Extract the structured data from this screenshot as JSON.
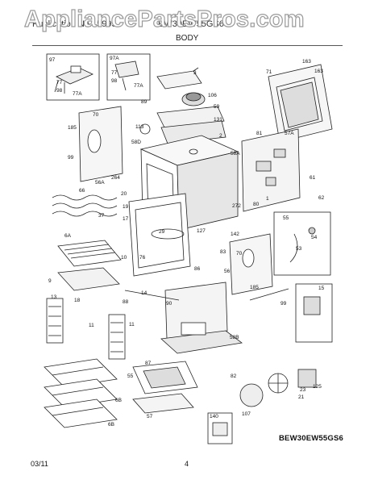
{
  "watermark": "AppliancePartsPros.com",
  "header": {
    "publication": "Publication No.: 5995",
    "model": "EW30EW55GS6",
    "section": "BODY"
  },
  "footer": {
    "date": "03/11",
    "page": "4"
  },
  "model_code": "BEW30EW55GS6",
  "parts": {
    "p97": "97",
    "p97a": "97A",
    "p77a": "77",
    "p77b": "77",
    "p77c": "77A",
    "p98a": "98",
    "p98b": "98",
    "p77d": "77A",
    "p3": "3",
    "p163a": "163",
    "p163b": "163",
    "p71": "71",
    "p70": "70",
    "p89": "89",
    "p106": "106",
    "p59": "59",
    "p131": "131",
    "p113": "113",
    "p185a": "185",
    "p58d": "58D",
    "p2": "2",
    "p81": "81",
    "p57a": "57A",
    "p99": "99",
    "p58a": "58A",
    "p264": "264",
    "p66": "66",
    "p56a": "56A",
    "p20": "20",
    "p37": "37",
    "p19": "19",
    "p17": "17",
    "p272": "272",
    "p80": "80",
    "p1": "1",
    "p61": "61",
    "p62": "62",
    "p55": "55",
    "p54": "54",
    "p53": "53",
    "p6a": "6A",
    "p10": "10",
    "p29": "29",
    "p127": "127",
    "p142": "142",
    "p83": "83",
    "p76": "76",
    "p70b": "70",
    "p86": "86",
    "p56": "56",
    "p9": "9",
    "p185b": "185",
    "p15": "15",
    "p14": "14",
    "p13": "13",
    "p18": "18",
    "p88": "88",
    "p90": "90",
    "p99b": "99",
    "p11a": "11",
    "p11b": "11",
    "p58b": "58B",
    "p87": "87",
    "p55b": "55",
    "p6b": "6B",
    "p6c": "6B",
    "p57": "57",
    "p82": "82",
    "p23": "23",
    "p21": "21",
    "p125": "125",
    "p140": "140",
    "p107": "107"
  }
}
